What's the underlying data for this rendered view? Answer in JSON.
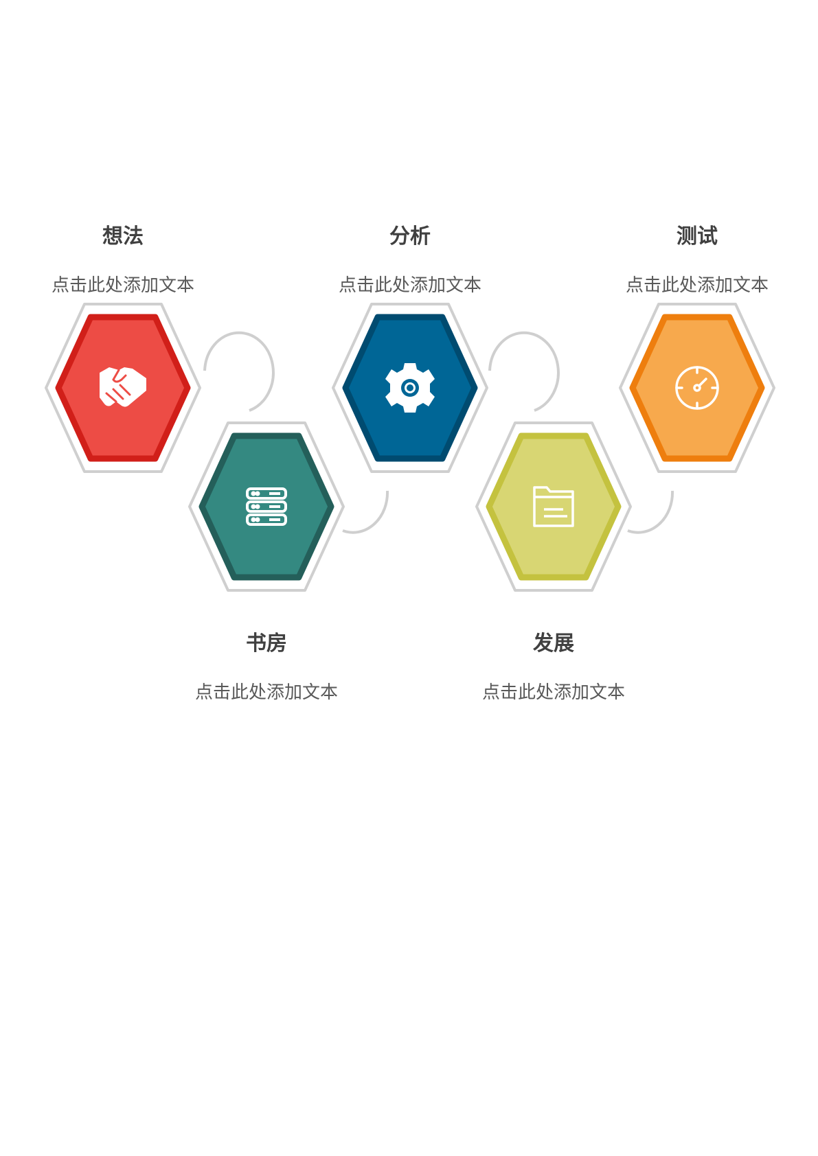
{
  "steps": [
    {
      "id": "idea",
      "title": "想法",
      "desc": "点击此处添加文本",
      "icon": "handshake-icon",
      "fill": "#ED4C45",
      "border": "#D11F19"
    },
    {
      "id": "study",
      "title": "书房",
      "desc": "点击此处添加文本",
      "icon": "server-icon",
      "fill": "#348981",
      "border": "#245F5A"
    },
    {
      "id": "analysis",
      "title": "分析",
      "desc": "点击此处添加文本",
      "icon": "gear-icon",
      "fill": "#006696",
      "border": "#004B70"
    },
    {
      "id": "develop",
      "title": "发展",
      "desc": "点击此处添加文本",
      "icon": "folder-icon",
      "fill": "#D8D673",
      "border": "#C4C23F"
    },
    {
      "id": "test",
      "title": "测试",
      "desc": "点击此处添加文本",
      "icon": "gauge-icon",
      "fill": "#F7A94D",
      "border": "#EE7E0E"
    }
  ],
  "colors": {
    "outline": "#CFCFCF",
    "icon": "#FFFFFF",
    "title": "#404040",
    "desc": "#595959"
  }
}
